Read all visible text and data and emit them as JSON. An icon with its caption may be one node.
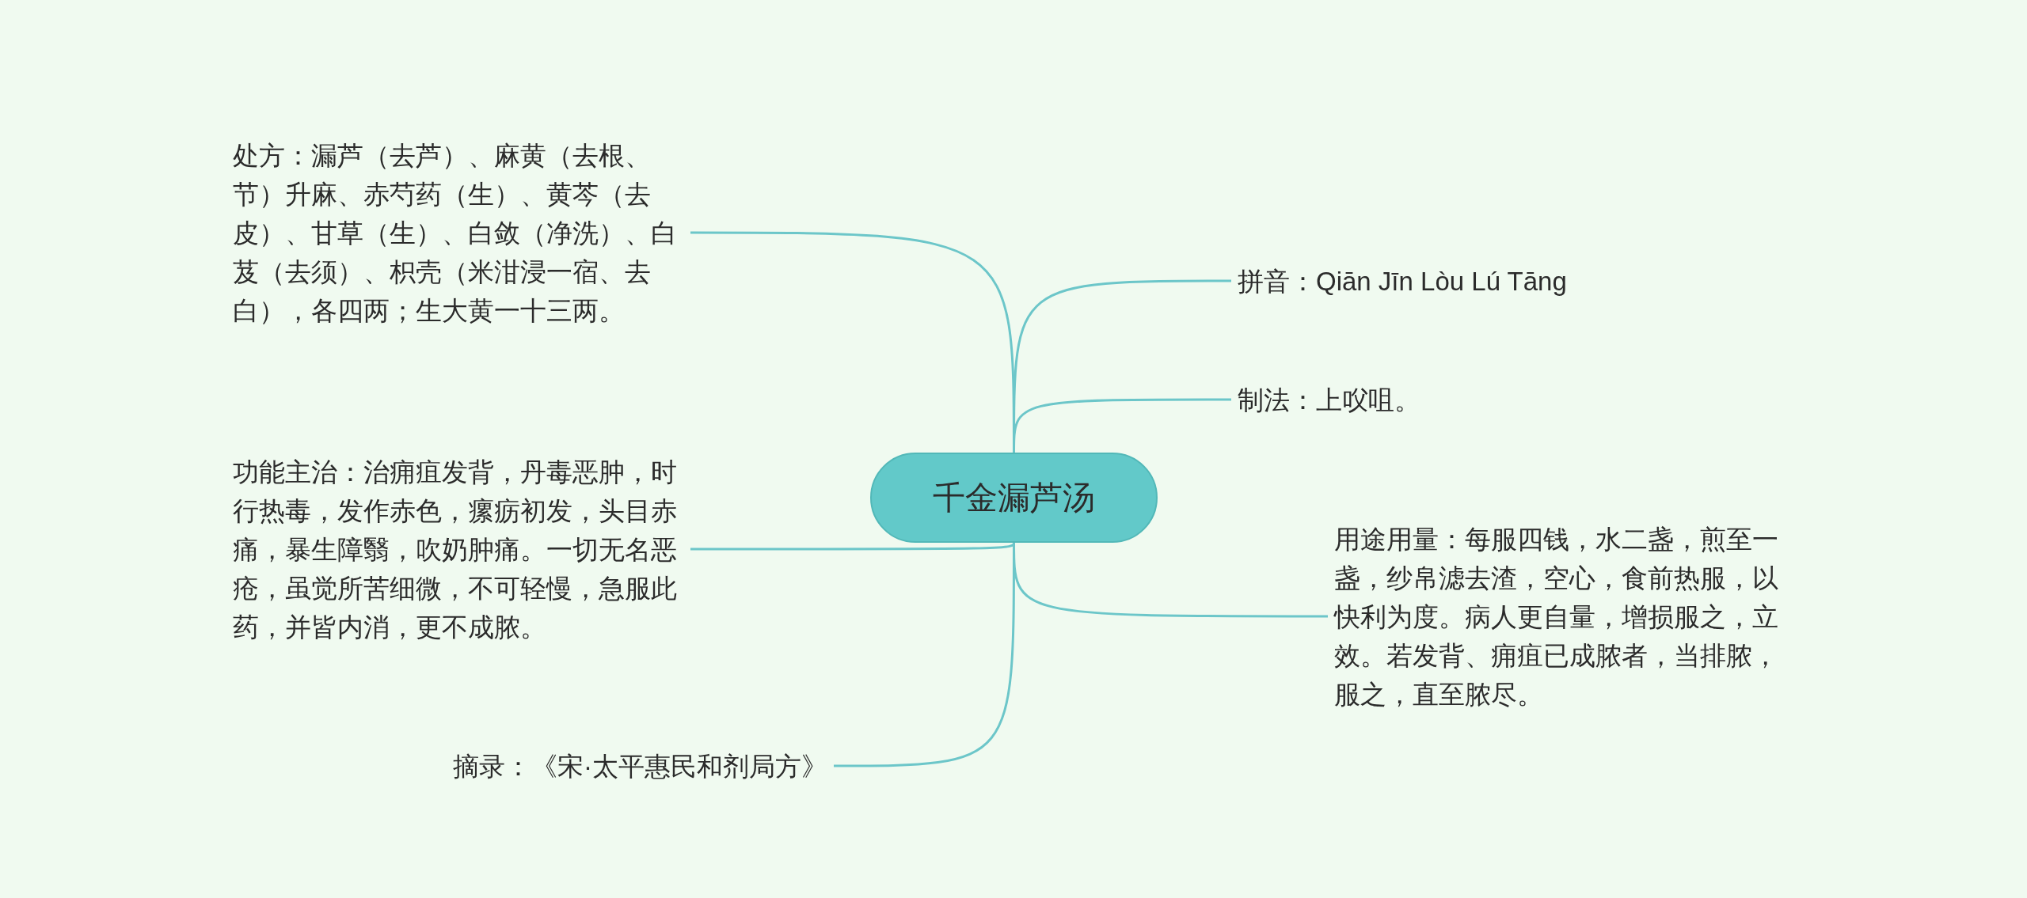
{
  "diagram": {
    "nodes": [
      {
        "text": [
          "千金漏芦汤"
        ]
      },
      {
        "text": [
          "处方：漏芦（去芦）、麻黄（去根、节）升麻、赤芍药（生）、黄芩（去皮）、甘草（生）、白敛（净洗）、白芨（去须）、枳壳（米泔浸一宿、去白），各四两；生大黄一十三两。"
        ]
      },
      {
        "text": [
          "功能主治：治痈疽发背，丹毒恶肿，时行热毒，发作赤色，瘰疬初发，头目赤痛，暴生障翳，吹奶肿痛。一切无名恶疮，虽觉所苦细微，不可轻慢，急服此药，并皆内消，更不成脓。"
        ]
      },
      {
        "text": [
          "摘录：《宋·太平惠民和剂局方》"
        ]
      },
      {
        "text": [
          "拼音：Qiān Jīn Lòu Lú Tāng"
        ]
      },
      {
        "text": [
          "制法：上㕮咀。"
        ]
      },
      {
        "text": [
          "用途用量：每服四钱，水二盏，煎至一盏，纱帛滤去渣，空心，食前热服，以快利为度。病人更自量，增损服之，立效。若发背、痈疽已成脓者，当排脓，服之，直至脓尽。"
        ]
      }
    ],
    "edges": [
      {
        "from": 0,
        "to": 1,
        "arrow": "none"
      },
      {
        "from": 0,
        "to": 2,
        "arrow": "none"
      },
      {
        "from": 0,
        "to": 3,
        "arrow": "none"
      },
      {
        "from": 0,
        "to": 4,
        "arrow": "none"
      },
      {
        "from": 0,
        "to": 5,
        "arrow": "none"
      },
      {
        "from": 0,
        "to": 6,
        "arrow": "none"
      }
    ]
  }
}
